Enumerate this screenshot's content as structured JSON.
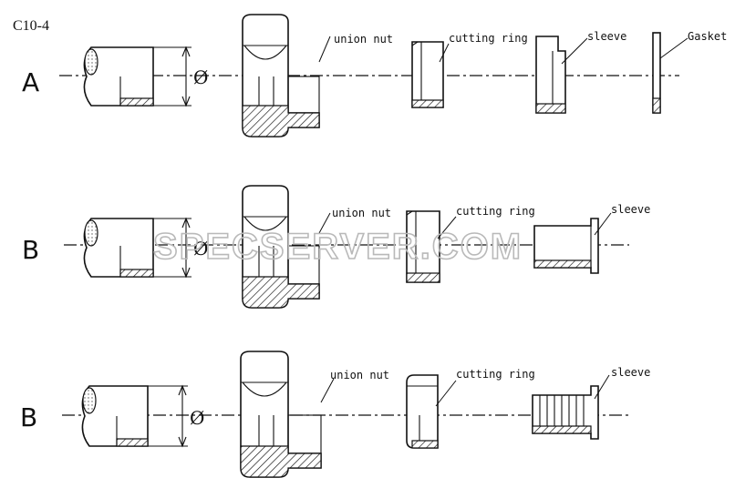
{
  "figure_code": "C10-4",
  "watermark": "SPECSERVER.COM",
  "diameter_symbol": "Ø",
  "rows": [
    {
      "letter": "A",
      "labels": {
        "union_nut": "union nut",
        "cutting_ring": "cutting ring",
        "sleeve": "sleeve",
        "gasket": "Gasket"
      }
    },
    {
      "letter": "B",
      "labels": {
        "union_nut": "union nut",
        "cutting_ring": "cutting ring",
        "sleeve": "sleeve"
      }
    },
    {
      "letter": "B",
      "labels": {
        "union_nut": "union nut",
        "cutting_ring": "cutting ring",
        "sleeve": "sleeve"
      }
    }
  ]
}
